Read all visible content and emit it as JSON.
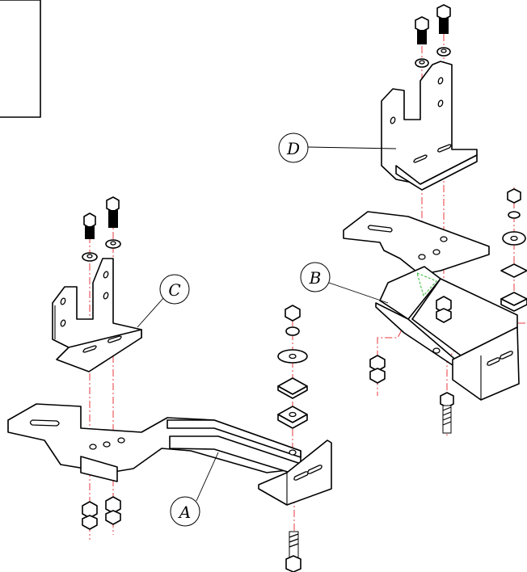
{
  "diagram": {
    "labels": {
      "a": "A",
      "b": "B",
      "c": "C",
      "d": "D"
    },
    "colors": {
      "outline": "#000000",
      "centerline": "#e8383d",
      "hidden_weld": "#2db52d",
      "background": "#ffffff"
    }
  }
}
